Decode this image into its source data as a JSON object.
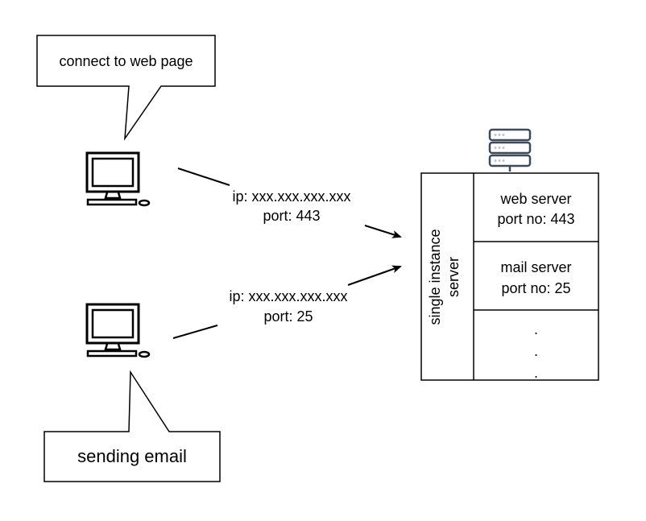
{
  "callouts": {
    "top": "connect to web page",
    "bottom": "sending email"
  },
  "links": {
    "web": {
      "ip": "ip: xxx.xxx.xxx.xxx",
      "port": "port: 443"
    },
    "mail": {
      "ip": "ip: xxx.xxx.xxx.xxx",
      "port": "port: 25"
    }
  },
  "server": {
    "label_line1": "single instance",
    "label_line2": "server",
    "services": [
      {
        "name": "web server",
        "port": "port no: 443"
      },
      {
        "name": "mail server",
        "port": "port no: 25"
      }
    ],
    "ellipsis": [
      ".",
      ".",
      "."
    ]
  },
  "icons": {
    "computer": "desktop-computer-icon",
    "server": "server-rack-icon"
  },
  "colors": {
    "stroke": "#000000",
    "server_icon": "#3d4a5c",
    "server_icon_light": "#b9c4d6"
  }
}
